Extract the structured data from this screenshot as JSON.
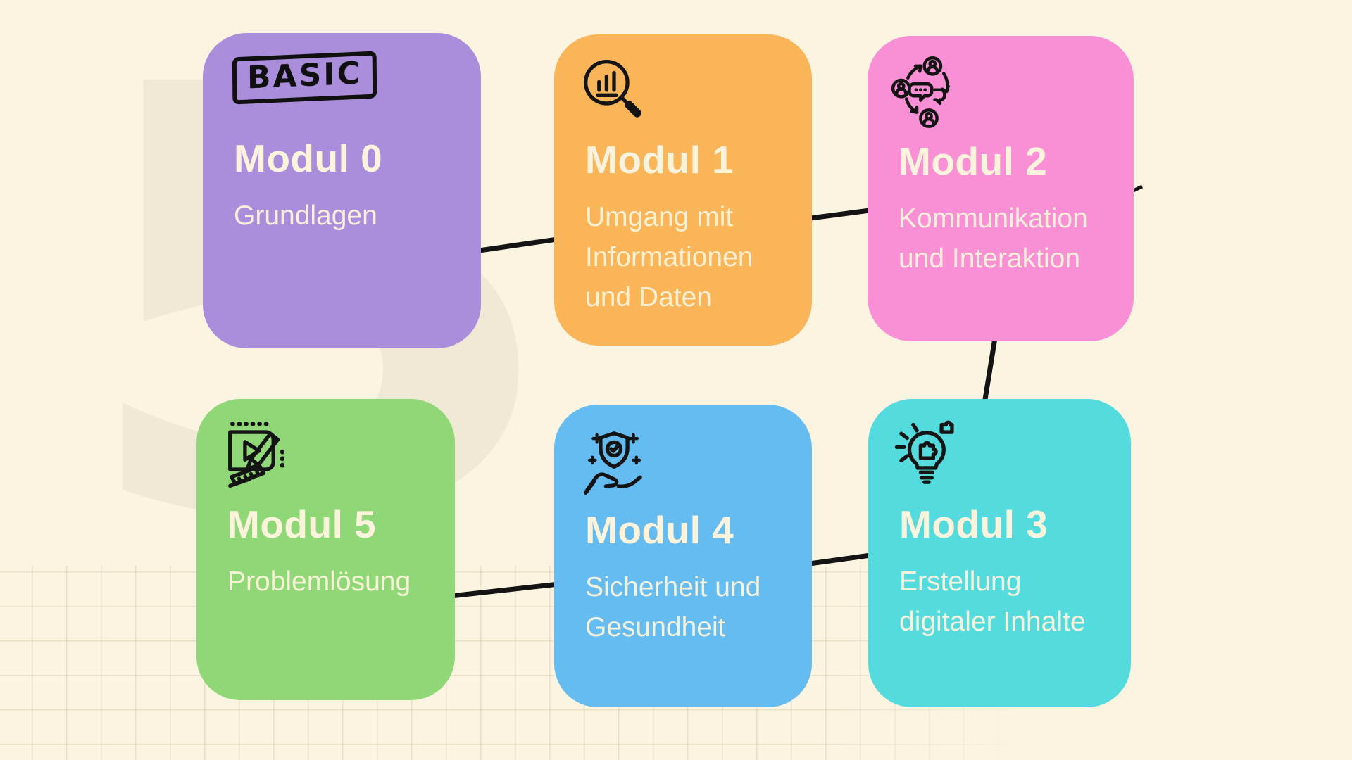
{
  "background": {
    "color": "#FBF4E1",
    "watermark_glyph": "5",
    "grid_visible": true
  },
  "colors": {
    "connector": "#141414",
    "title_text": "#FCF3DC",
    "subtitle_text": "#FDF4DC"
  },
  "modules": [
    {
      "id": "modul-0",
      "title": "Modul 0",
      "subtitle": "Grundlagen",
      "badge": "BASIC",
      "icon": "basic-badge",
      "color": "#AB8EDB"
    },
    {
      "id": "modul-1",
      "title": "Modul 1",
      "subtitle": "Umgang mit\nInformationen\nund Daten",
      "icon": "search-chart-icon",
      "color": "#F9B558"
    },
    {
      "id": "modul-2",
      "title": "Modul 2",
      "subtitle": "Kommunikation\nund Interaktion",
      "icon": "people-communication-icon",
      "color": "#F98FD4"
    },
    {
      "id": "modul-3",
      "title": "Modul 3",
      "subtitle": "Erstellung\ndigitaler Inhalte",
      "icon": "idea-puzzle-icon",
      "color": "#54DBDE"
    },
    {
      "id": "modul-4",
      "title": "Modul 4",
      "subtitle": "Sicherheit und\nGesundheit",
      "icon": "shield-hand-icon",
      "color": "#64BCF0"
    },
    {
      "id": "modul-5",
      "title": "Modul 5",
      "subtitle": "Problemlösung",
      "icon": "video-edit-icon",
      "color": "#90D877"
    }
  ],
  "connections": [
    [
      "modul-0",
      "modul-1"
    ],
    [
      "modul-1",
      "modul-2"
    ],
    [
      "modul-2",
      "modul-3"
    ],
    [
      "modul-3",
      "modul-4"
    ],
    [
      "modul-4",
      "modul-5"
    ]
  ]
}
